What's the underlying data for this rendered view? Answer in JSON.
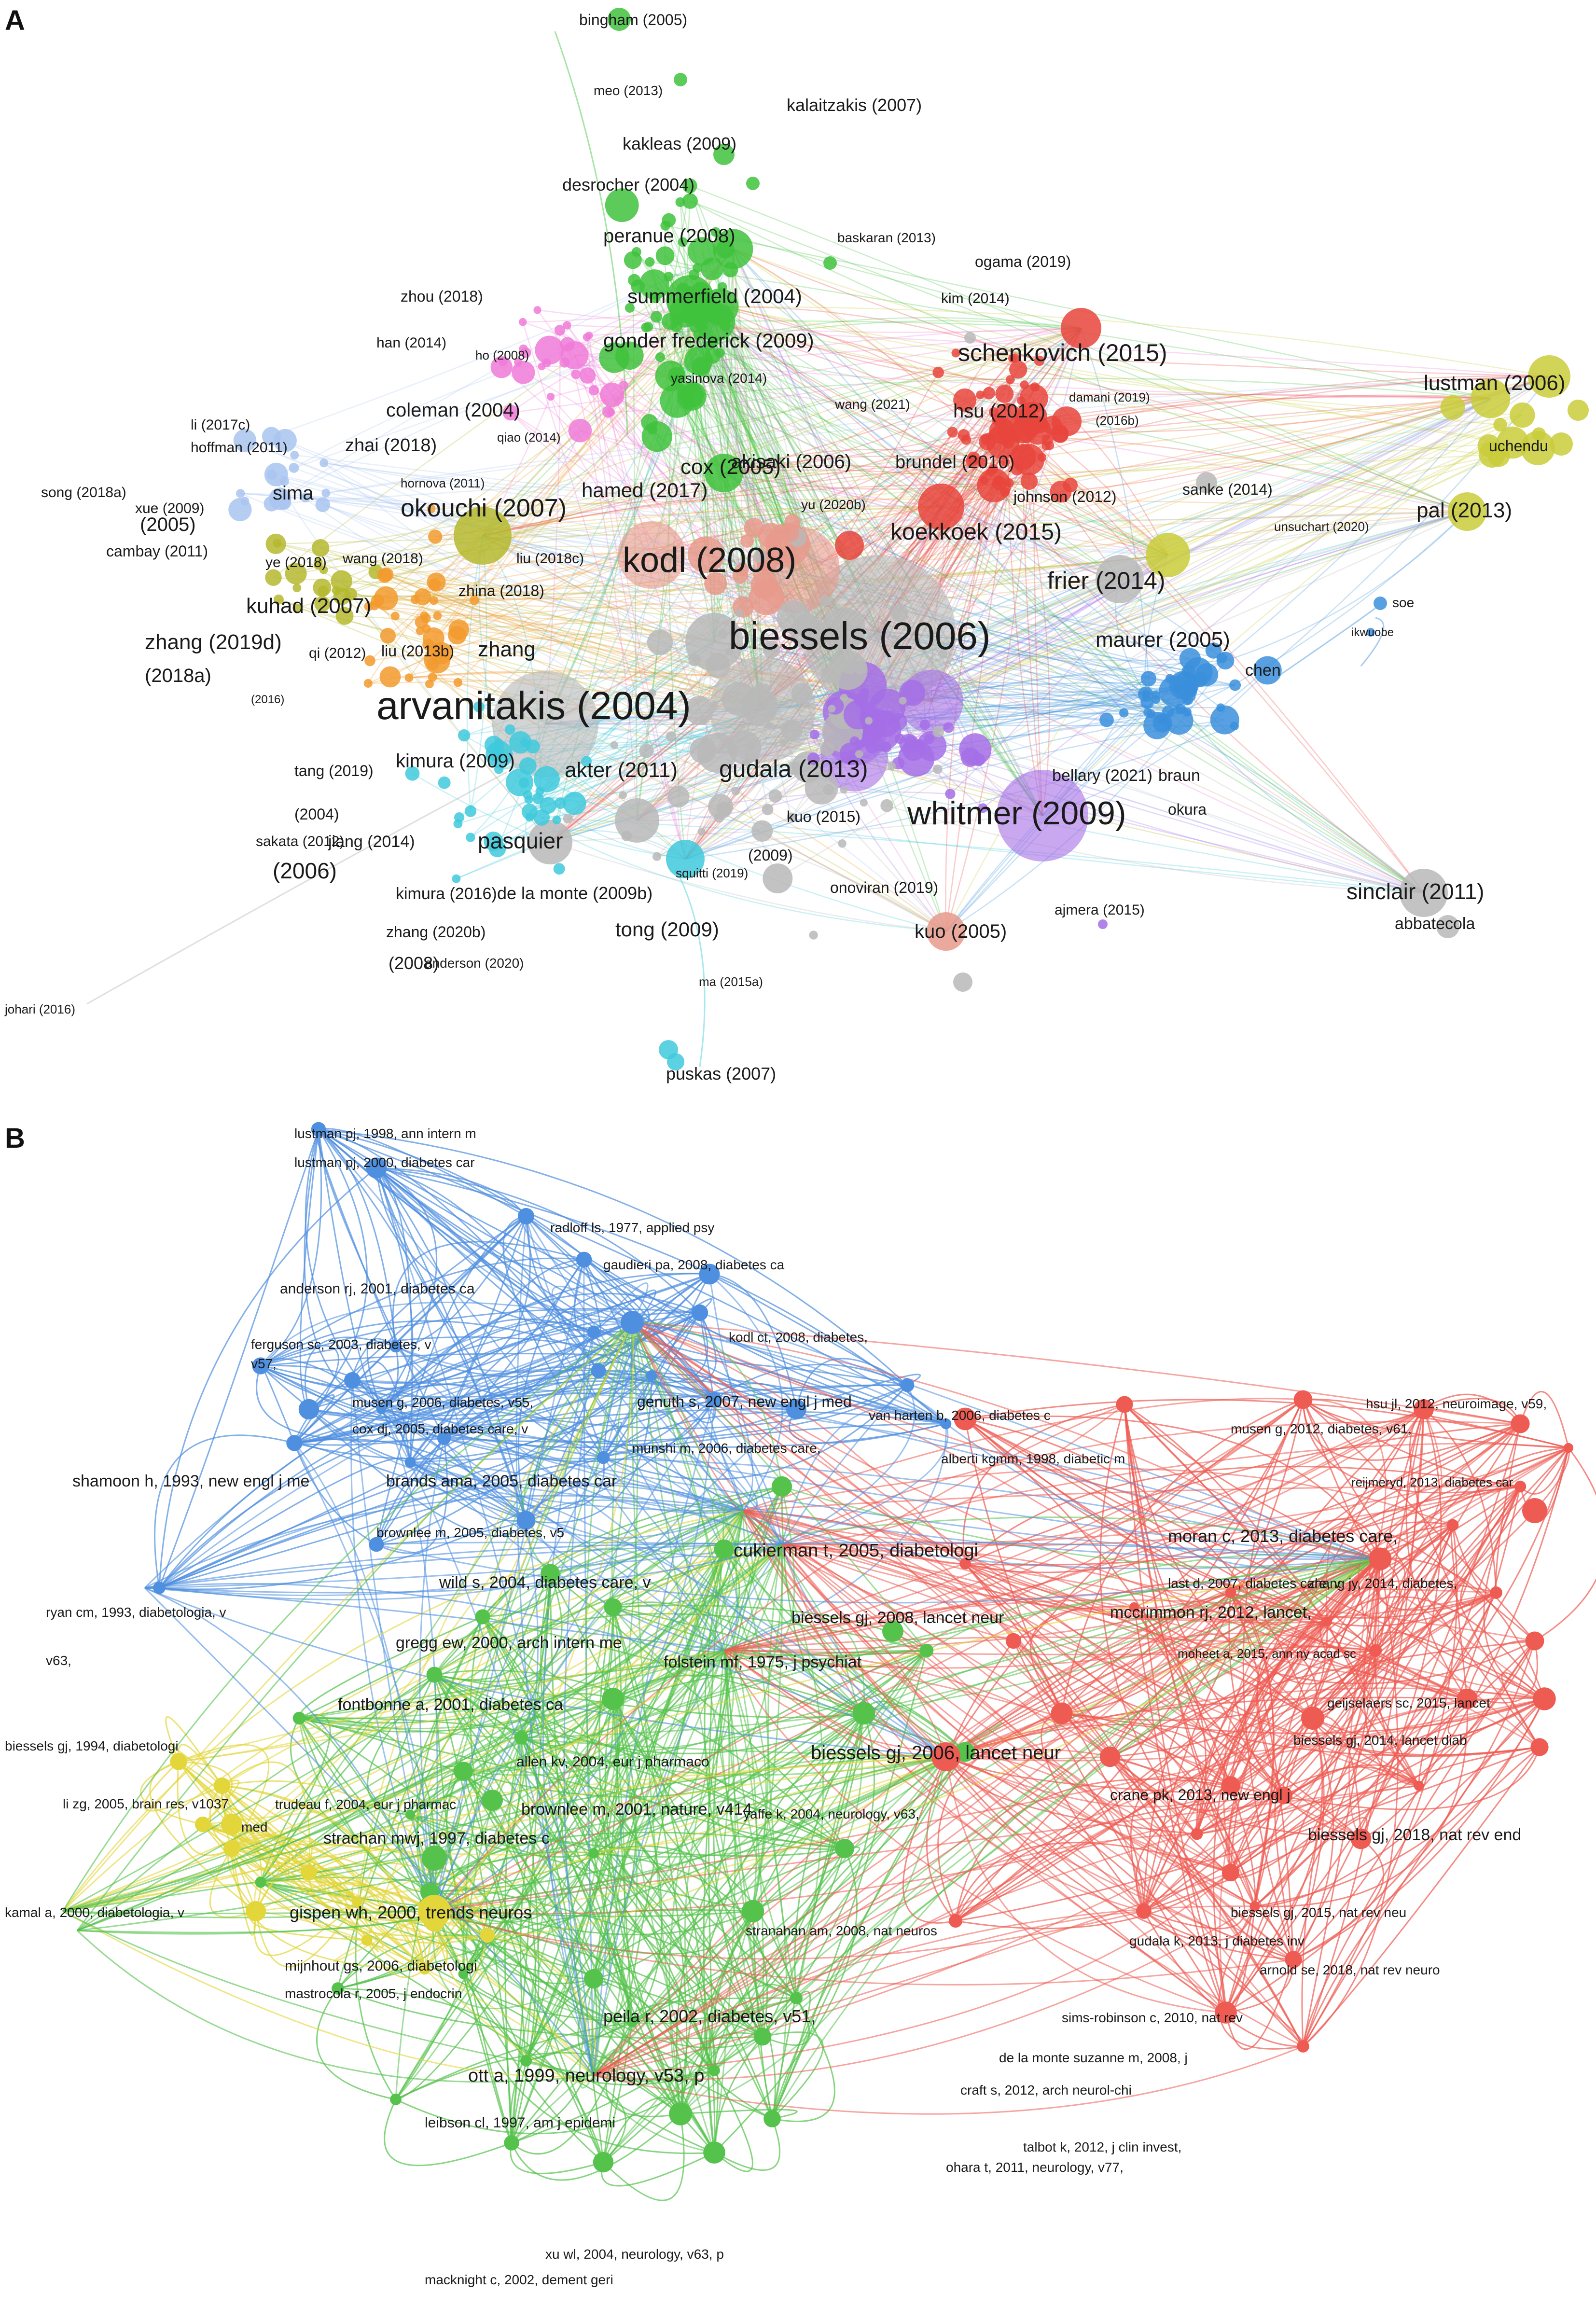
{
  "panels": [
    {
      "letter": "A",
      "colors": {
        "green": "#3fc23c",
        "red": "#e8453c",
        "blue": "#3b8fdc",
        "purple": "#a56ee6",
        "yellow": "#c9cc3a",
        "cyan": "#3fc9dc",
        "orange": "#f29a2e",
        "pink": "#f07ad8",
        "gray": "#b8b8b8",
        "salmon": "#e89a8c",
        "lightblue": "#a9c4f0",
        "olive": "#b5b82e"
      },
      "labels": [
        {
          "text": "bingham (2005)"
        },
        {
          "text": "meo (2013)"
        },
        {
          "text": "kalaitzakis (2007)"
        },
        {
          "text": "kakleas (2009)"
        },
        {
          "text": "desrocher (2004)"
        },
        {
          "text": "peranue (2008)"
        },
        {
          "text": "baskaran (2013)"
        },
        {
          "text": "ogama (2019)"
        },
        {
          "text": "kim (2014)"
        },
        {
          "text": "zhou (2018)"
        },
        {
          "text": "summerfield (2004)"
        },
        {
          "text": "han (2014)"
        },
        {
          "text": "ho (2008)"
        },
        {
          "text": "gonder frederick (2009)"
        },
        {
          "text": "schenkovich (2015)"
        },
        {
          "text": "yasinova (2014)"
        },
        {
          "text": "damani (2019)"
        },
        {
          "text": "lustman (2006)"
        },
        {
          "text": "coleman (2004)"
        },
        {
          "text": "wang (2021)"
        },
        {
          "text": "hsu (2012)"
        },
        {
          "text": "(2016b)"
        },
        {
          "text": "li (2017c)"
        },
        {
          "text": "qiao (2014)"
        },
        {
          "text": "uchendu"
        },
        {
          "text": "hoffman (2011)"
        },
        {
          "text": "zhai (2018)"
        },
        {
          "text": "cox (2005)"
        },
        {
          "text": "akisaki (2006)"
        },
        {
          "text": "brundel (2010)"
        },
        {
          "text": "song (2018a)"
        },
        {
          "text": "hornova (2011)"
        },
        {
          "text": "hamed (2017)"
        },
        {
          "text": "johnson (2012)"
        },
        {
          "text": "sanke (2014)"
        },
        {
          "text": "sima"
        },
        {
          "text": "xue (2009)"
        },
        {
          "text": "okouchi (2007)"
        },
        {
          "text": "yu (2020b)"
        },
        {
          "text": "pal (2013)"
        },
        {
          "text": "(2005)"
        },
        {
          "text": "cambay (2011)"
        },
        {
          "text": "ye (2018)"
        },
        {
          "text": "wang (2018)"
        },
        {
          "text": "liu (2018c)"
        },
        {
          "text": "kodl (2008)"
        },
        {
          "text": "koekkoek (2015)"
        },
        {
          "text": "unsuchart (2020)"
        },
        {
          "text": "frier (2014)"
        },
        {
          "text": "kuhad (2007)"
        },
        {
          "text": "zhina (2018)"
        },
        {
          "text": "soe"
        },
        {
          "text": "ikwuobe"
        },
        {
          "text": "zhang (2019d)"
        },
        {
          "text": "qi (2012)"
        },
        {
          "text": "liu (2013b)"
        },
        {
          "text": "zhang"
        },
        {
          "text": "biessels (2006)"
        },
        {
          "text": "maurer (2005)"
        },
        {
          "text": "(2018a)"
        },
        {
          "text": "chen"
        },
        {
          "text": "(2016)"
        },
        {
          "text": "arvanitakis (2004)"
        },
        {
          "text": "tang (2019)"
        },
        {
          "text": "kimura (2009)"
        },
        {
          "text": "akter (2011)"
        },
        {
          "text": "gudala (2013)"
        },
        {
          "text": "bellary (2021)"
        },
        {
          "text": "braun"
        },
        {
          "text": "okura"
        },
        {
          "text": "(2004)"
        },
        {
          "text": "kuo (2015)"
        },
        {
          "text": "whitmer (2009)"
        },
        {
          "text": "sakata (2012)"
        },
        {
          "text": "jiang (2014)"
        },
        {
          "text": "pasquier"
        },
        {
          "text": "(2009)"
        },
        {
          "text": "(2006)"
        },
        {
          "text": "squitti (2019)"
        },
        {
          "text": "onoviran (2019)"
        },
        {
          "text": "sinclair (2011)"
        },
        {
          "text": "kimura (2016)"
        },
        {
          "text": "de la monte (2009b)"
        },
        {
          "text": "abbatecola"
        },
        {
          "text": "ajmera (2015)"
        },
        {
          "text": "zhang (2020b)"
        },
        {
          "text": "tong (2009)"
        },
        {
          "text": "kuo (2005)"
        },
        {
          "text": "(2008)"
        },
        {
          "text": "anderson (2020)"
        },
        {
          "text": "ma (2015a)"
        },
        {
          "text": "johari (2016)"
        },
        {
          "text": "puskas (2007)"
        }
      ]
    },
    {
      "letter": "B",
      "colors": {
        "blue": "#4f8fe0",
        "green": "#55c24c",
        "red": "#ee5b52",
        "yellow": "#e2d63a"
      },
      "labels": [
        {
          "text": "lustman pj, 1998, ann intern m"
        },
        {
          "text": "lustman pj, 2000, diabetes car"
        },
        {
          "text": "radloff ls, 1977, applied psy"
        },
        {
          "text": "gaudieri pa, 2008, diabetes ca"
        },
        {
          "text": "anderson rj, 2001, diabetes ca"
        },
        {
          "text": "kodl ct, 2008, diabetes,"
        },
        {
          "text": "ferguson sc, 2003, diabetes, v"
        },
        {
          "text": "v57,"
        },
        {
          "text": "musen g, 2006, diabetes, v55,"
        },
        {
          "text": "genuth s, 2007, new engl j med"
        },
        {
          "text": "van harten b, 2006, diabetes c"
        },
        {
          "text": "hsu jl, 2012, neuroimage, v59,"
        },
        {
          "text": "cox dj, 2005, diabetes care, v"
        },
        {
          "text": "musen g, 2012, diabetes, v61,"
        },
        {
          "text": "munshi m, 2006, diabetes care,"
        },
        {
          "text": "alberti kgmm, 1998, diabetic m"
        },
        {
          "text": "shamoon h, 1993, new engl j me"
        },
        {
          "text": "brands ama, 2005, diabetes car"
        },
        {
          "text": "reijmeryd, 2013, diabetes car"
        },
        {
          "text": "brownlee m, 2005, diabetes, v5"
        },
        {
          "text": "cukierman t, 2005, diabetologi"
        },
        {
          "text": "moran c, 2013, diabetes care,"
        },
        {
          "text": "wild s, 2004, diabetes care, v"
        },
        {
          "text": "last d, 2007, diabetes care, v"
        },
        {
          "text": "zhang jy, 2014, diabetes,"
        },
        {
          "text": "ryan cm, 1993, diabetologia, v"
        },
        {
          "text": "biessels gj, 2008, lancet neur"
        },
        {
          "text": "mccrimmon rj, 2012, lancet,"
        },
        {
          "text": "gregg ew, 2000, arch intern me"
        },
        {
          "text": "v63,"
        },
        {
          "text": "moheet a, 2015, ann ny acad sc"
        },
        {
          "text": "folstein mf, 1975, j psychiat"
        },
        {
          "text": "fontbonne a, 2001, diabetes ca"
        },
        {
          "text": "geijselaers sc, 2015, lancet"
        },
        {
          "text": "biessels gj, 1994, diabetologi"
        },
        {
          "text": "biessels gj, 2014, lancet diab"
        },
        {
          "text": "allen kv, 2004, eur j pharmaco"
        },
        {
          "text": "biessels gj, 2006, lancet neur"
        },
        {
          "text": "li zg, 2005, brain res, v1037"
        },
        {
          "text": "trudeau f, 2004, eur j pharmac"
        },
        {
          "text": "med"
        },
        {
          "text": "brownlee m, 2001, nature, v414"
        },
        {
          "text": "yaffe k, 2004, neurology, v63,"
        },
        {
          "text": "crane pk, 2013, new engl j"
        },
        {
          "text": "strachan mwj, 1997, diabetes c"
        },
        {
          "text": "biessels gj, 2018, nat rev end"
        },
        {
          "text": "kamal a, 2000, diabetologia, v"
        },
        {
          "text": "gispen wh, 2000, trends neuros"
        },
        {
          "text": "biessels gj, 2015, nat rev neu"
        },
        {
          "text": "stranahan am, 2008, nat neuros"
        },
        {
          "text": "gudala k, 2013, j diabetes inv"
        },
        {
          "text": "mijnhout gs, 2006, diabetologi"
        },
        {
          "text": "arnold se, 2018, nat rev neuro"
        },
        {
          "text": "mastrocola r, 2005, j endocrin"
        },
        {
          "text": "sims-robinson c, 2010, nat rev"
        },
        {
          "text": "peila r, 2002, diabetes, v51,"
        },
        {
          "text": "de la monte suzanne m, 2008, j"
        },
        {
          "text": "ott a, 1999, neurology, v53, p"
        },
        {
          "text": "craft s, 2012, arch neurol-chi"
        },
        {
          "text": "leibson cl, 1997, am j epidemi"
        },
        {
          "text": "talbot k, 2012, j clin invest,"
        },
        {
          "text": "ohara t, 2011, neurology, v77,"
        },
        {
          "text": "xu wl, 2004, neurology, v63, p"
        },
        {
          "text": "macknight c, 2002, dement geri"
        }
      ]
    }
  ]
}
